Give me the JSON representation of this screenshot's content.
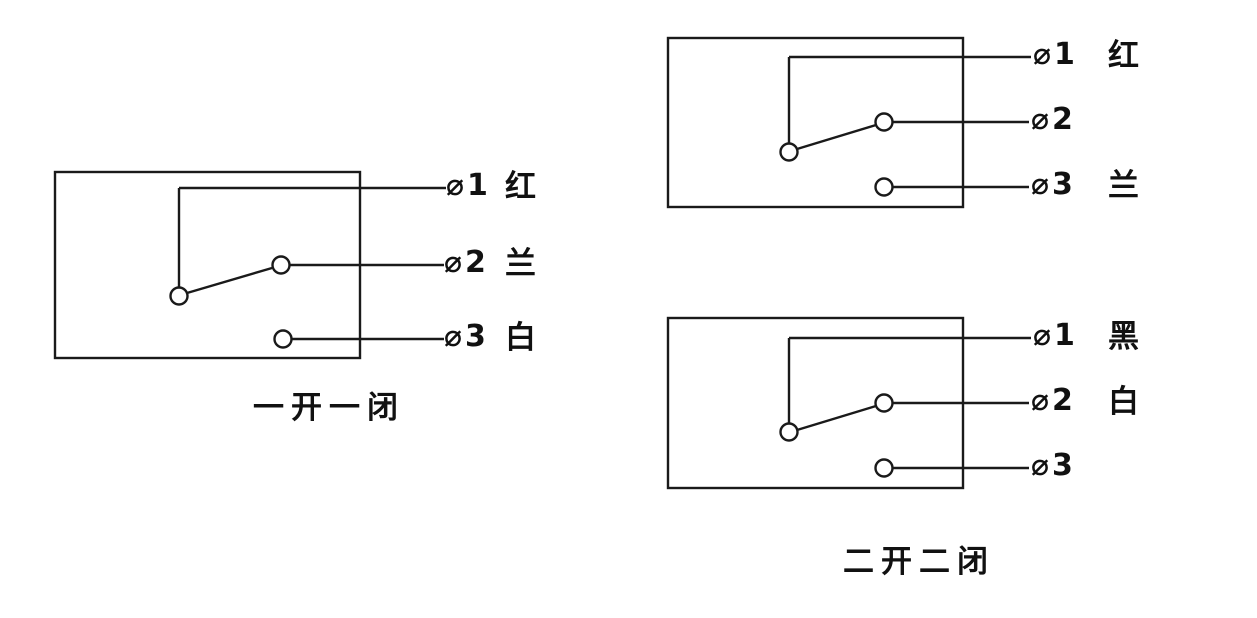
{
  "diagrams": {
    "left": {
      "caption": "一开一闭",
      "terminals": [
        {
          "id": "1",
          "label": "⌀1",
          "wire_color": "红"
        },
        {
          "id": "2",
          "label": "⌀2",
          "wire_color": "兰"
        },
        {
          "id": "3",
          "label": "⌀3",
          "wire_color": "白"
        }
      ]
    },
    "right_top": {
      "terminals": [
        {
          "id": "1",
          "label": "⌀1",
          "wire_color": "红"
        },
        {
          "id": "2",
          "label": "⌀2"
        },
        {
          "id": "3",
          "label": "⌀3",
          "wire_color": "兰"
        }
      ]
    },
    "right_bottom": {
      "terminals": [
        {
          "id": "1",
          "label": "⌀1",
          "wire_color": "黑"
        },
        {
          "id": "2",
          "label": "⌀2",
          "wire_color": "白"
        },
        {
          "id": "3",
          "label": "⌀3"
        }
      ]
    },
    "right_caption": "二开二闭"
  },
  "colors": {
    "line": "#1a1a1a",
    "background": "#ffffff"
  }
}
